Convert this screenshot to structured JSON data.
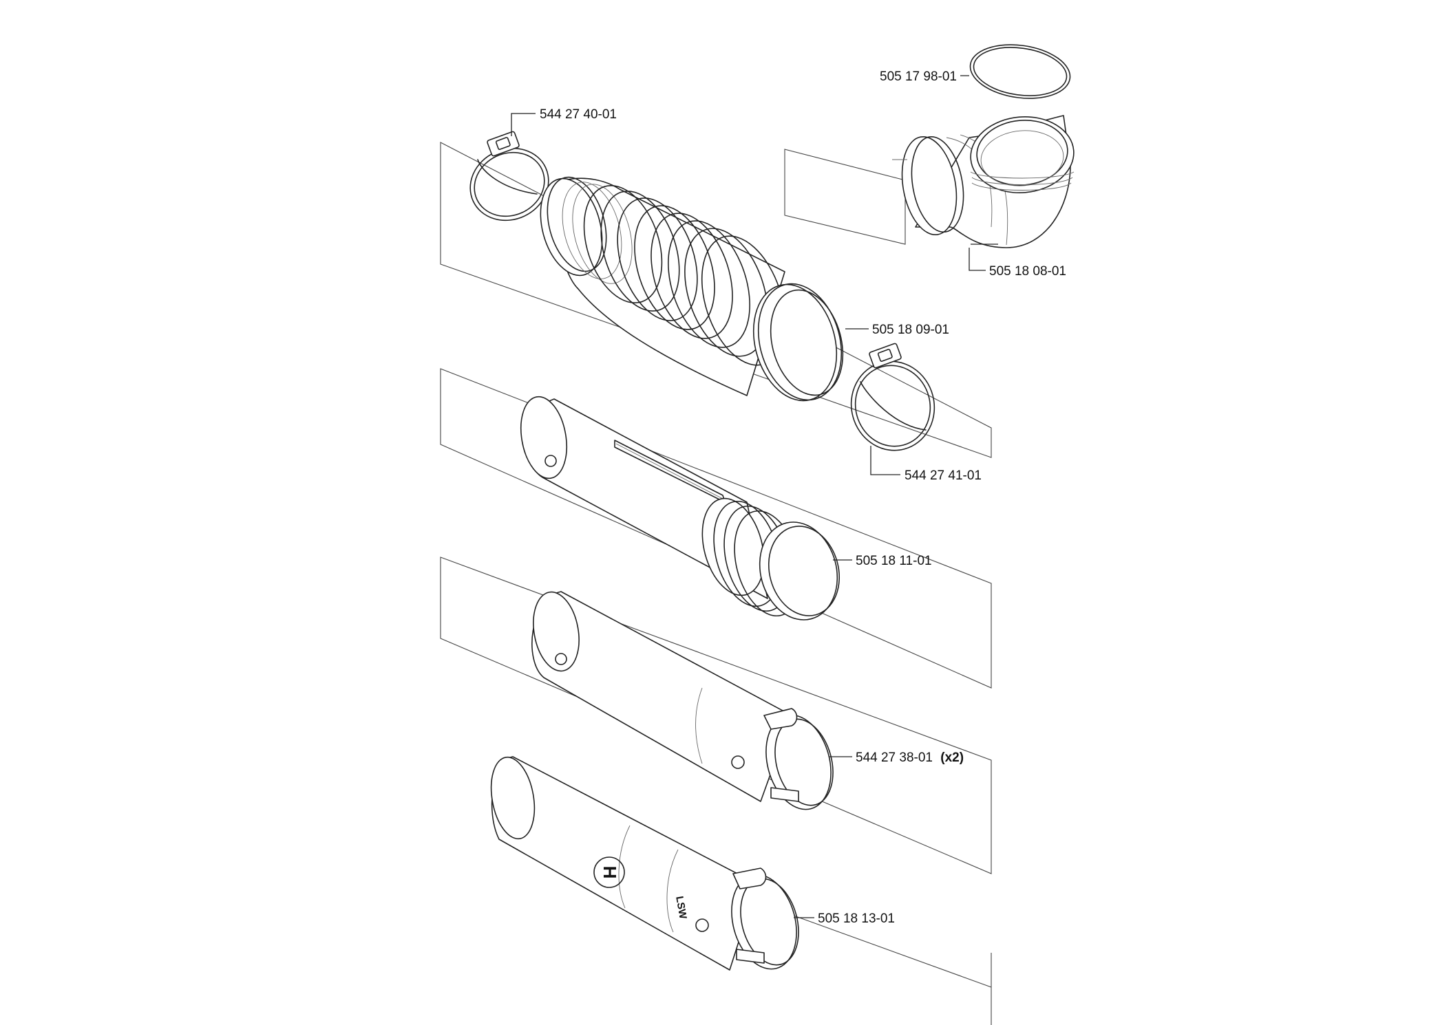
{
  "callouts": {
    "seal_ring": {
      "part_number": "505 17 98-01"
    },
    "hose_clamp_upper": {
      "part_number": "544 27 40-01"
    },
    "elbow": {
      "part_number": "505 18 08-01"
    },
    "bellows_hose": {
      "part_number": "505 18 09-01"
    },
    "hose_clamp_lower": {
      "part_number": "544 27 41-01"
    },
    "pipe_upper": {
      "part_number": "505 18 11-01"
    },
    "pipe_middle": {
      "part_number": "544 27 38-01",
      "quantity": "(x2)"
    },
    "nozzle": {
      "part_number": "505 18 13-01"
    }
  },
  "marks": {
    "brand_logo": "H",
    "model_mark": "LSW"
  }
}
